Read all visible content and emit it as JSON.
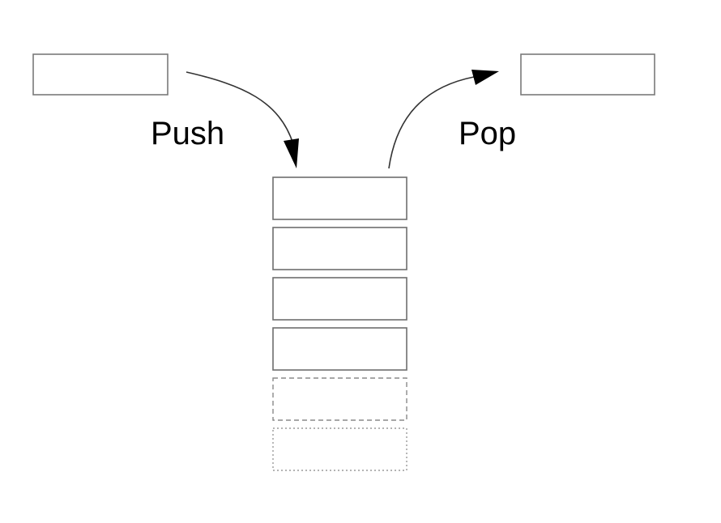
{
  "diagram": {
    "push_label": "Push",
    "pop_label": "Pop",
    "stack_slots": [
      {
        "style": "solid"
      },
      {
        "style": "solid"
      },
      {
        "style": "solid"
      },
      {
        "style": "solid"
      },
      {
        "style": "dashed"
      },
      {
        "style": "dotted"
      }
    ]
  }
}
